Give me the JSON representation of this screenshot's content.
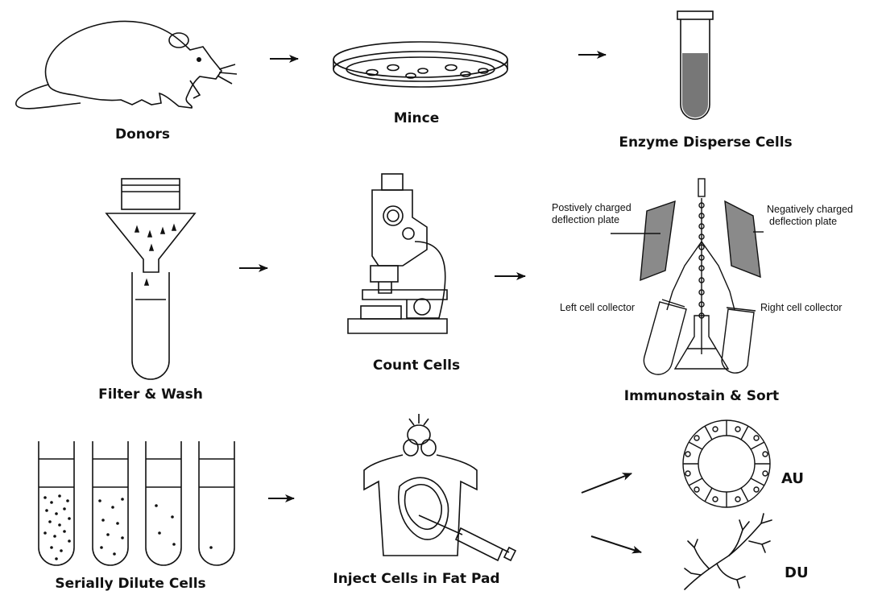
{
  "steps": {
    "donors": "Donors",
    "mince": "Mince",
    "enzyme": "Enzyme Disperse Cells",
    "filter": "Filter & Wash",
    "count": "Count Cells",
    "sort": "Immunostain & Sort",
    "dilute": "Serially Dilute Cells",
    "inject": "Inject Cells in Fat Pad"
  },
  "sorter": {
    "positive_plate": [
      "Postively charged",
      "deflection plate"
    ],
    "negative_plate": [
      "Negatively charged",
      "deflection plate"
    ],
    "left_collector": "Left cell collector",
    "right_collector": "Right cell collector"
  },
  "outcomes": {
    "alveolar": "AU",
    "ductal": "DU"
  }
}
